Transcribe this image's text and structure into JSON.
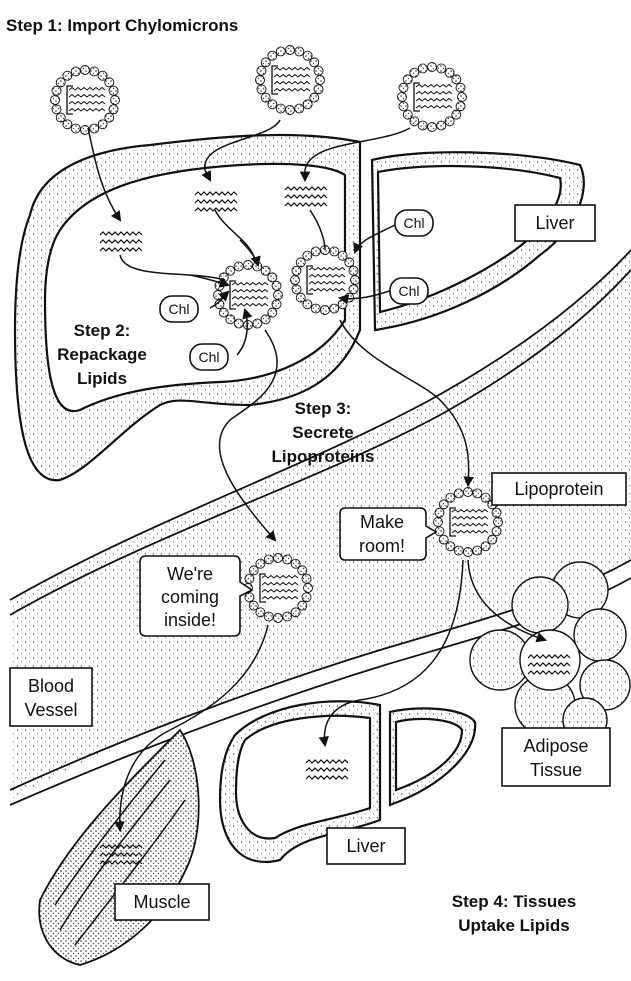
{
  "steps": {
    "step1": "Step 1: Import Chylomicrons",
    "step2": [
      "Step 2:",
      "Repackage",
      "Lipids"
    ],
    "step3": [
      "Step 3:",
      "Secrete",
      "Lipoproteins"
    ],
    "step4": [
      "Step 4: Tissues",
      "Uptake Lipids"
    ]
  },
  "labels": {
    "liver_top": "Liver",
    "lipoprotein": "Lipoprotein",
    "blood_vessel": [
      "Blood",
      "Vessel"
    ],
    "adipose": [
      "Adipose",
      "Tissue"
    ],
    "liver_bottom": "Liver",
    "muscle": "Muscle",
    "chl": "Chl"
  },
  "speech": {
    "make_room": [
      "Make",
      "room!"
    ],
    "coming_inside": [
      "We're",
      "coming",
      "inside!"
    ]
  }
}
